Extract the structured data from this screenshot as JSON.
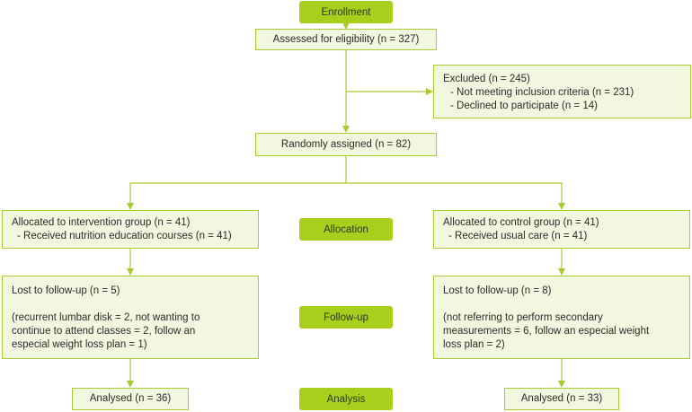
{
  "labels": {
    "enrollment": "Enrollment",
    "allocation": "Allocation",
    "followup": "Follow-up",
    "analysis": "Analysis"
  },
  "eligibility": "Assessed for eligibility (n = 327)",
  "excluded": {
    "title": "Excluded (n = 245)",
    "items": [
      "- Not meeting inclusion criteria (n = 231)",
      "- Declined to participate (n = 14)"
    ]
  },
  "randomized": "Randomly assigned (n = 82)",
  "intervention": {
    "allocated": "Allocated to intervention group (n = 41)",
    "allocated_detail": "- Received nutrition education courses (n = 41)",
    "lost": "Lost to follow-up (n = 5)",
    "lost_reasons": [
      "(recurrent lumbar disk = 2, not wanting to",
      "continue to attend classes = 2, follow an",
      "especial weight loss plan = 1)"
    ],
    "analysed": "Analysed (n = 36)"
  },
  "control": {
    "allocated": "Allocated to control group (n = 41)",
    "allocated_detail": "- Received usual care (n = 41)",
    "lost": "Lost to follow-up (n = 8)",
    "lost_reasons": [
      "(not referring to perform secondary",
      "measurements = 6, follow an especial weight",
      "loss plan = 2)"
    ],
    "analysed": "Analysed (n = 33)"
  },
  "colors": {
    "accent": "#a8cf1c",
    "box_fill": "#f1f8df",
    "box_border": "#a6cc2f"
  }
}
